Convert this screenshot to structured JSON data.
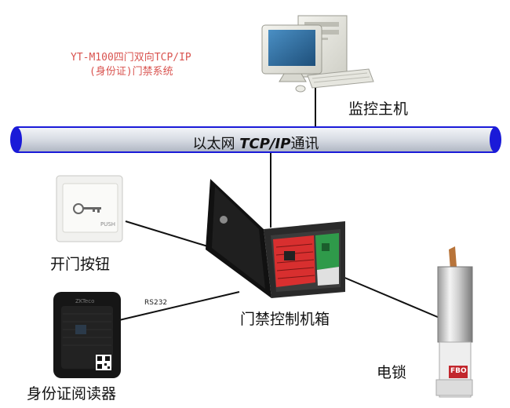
{
  "title": {
    "line1": "YT-M100四门双向TCP/IP",
    "line2": "(身份证)门禁系统"
  },
  "bus": {
    "prefix": "以太网 ",
    "protocol": "TCP/IP",
    "suffix": "通讯"
  },
  "nodes": {
    "host": "监控主机",
    "exit_button": "开门按钮",
    "controller": "门禁控制机箱",
    "id_reader": "身份证阅读器",
    "lock": "电锁"
  },
  "link_labels": {
    "rs232": "RS232"
  },
  "device_text": {
    "button_push": "PUSH",
    "reader_brand": "ZKTeco",
    "lock_brand": "FBO"
  },
  "colors": {
    "title": "#d9534f",
    "bus_outline": "#1a1ad8",
    "bus_fill": "#dfe3ea"
  }
}
